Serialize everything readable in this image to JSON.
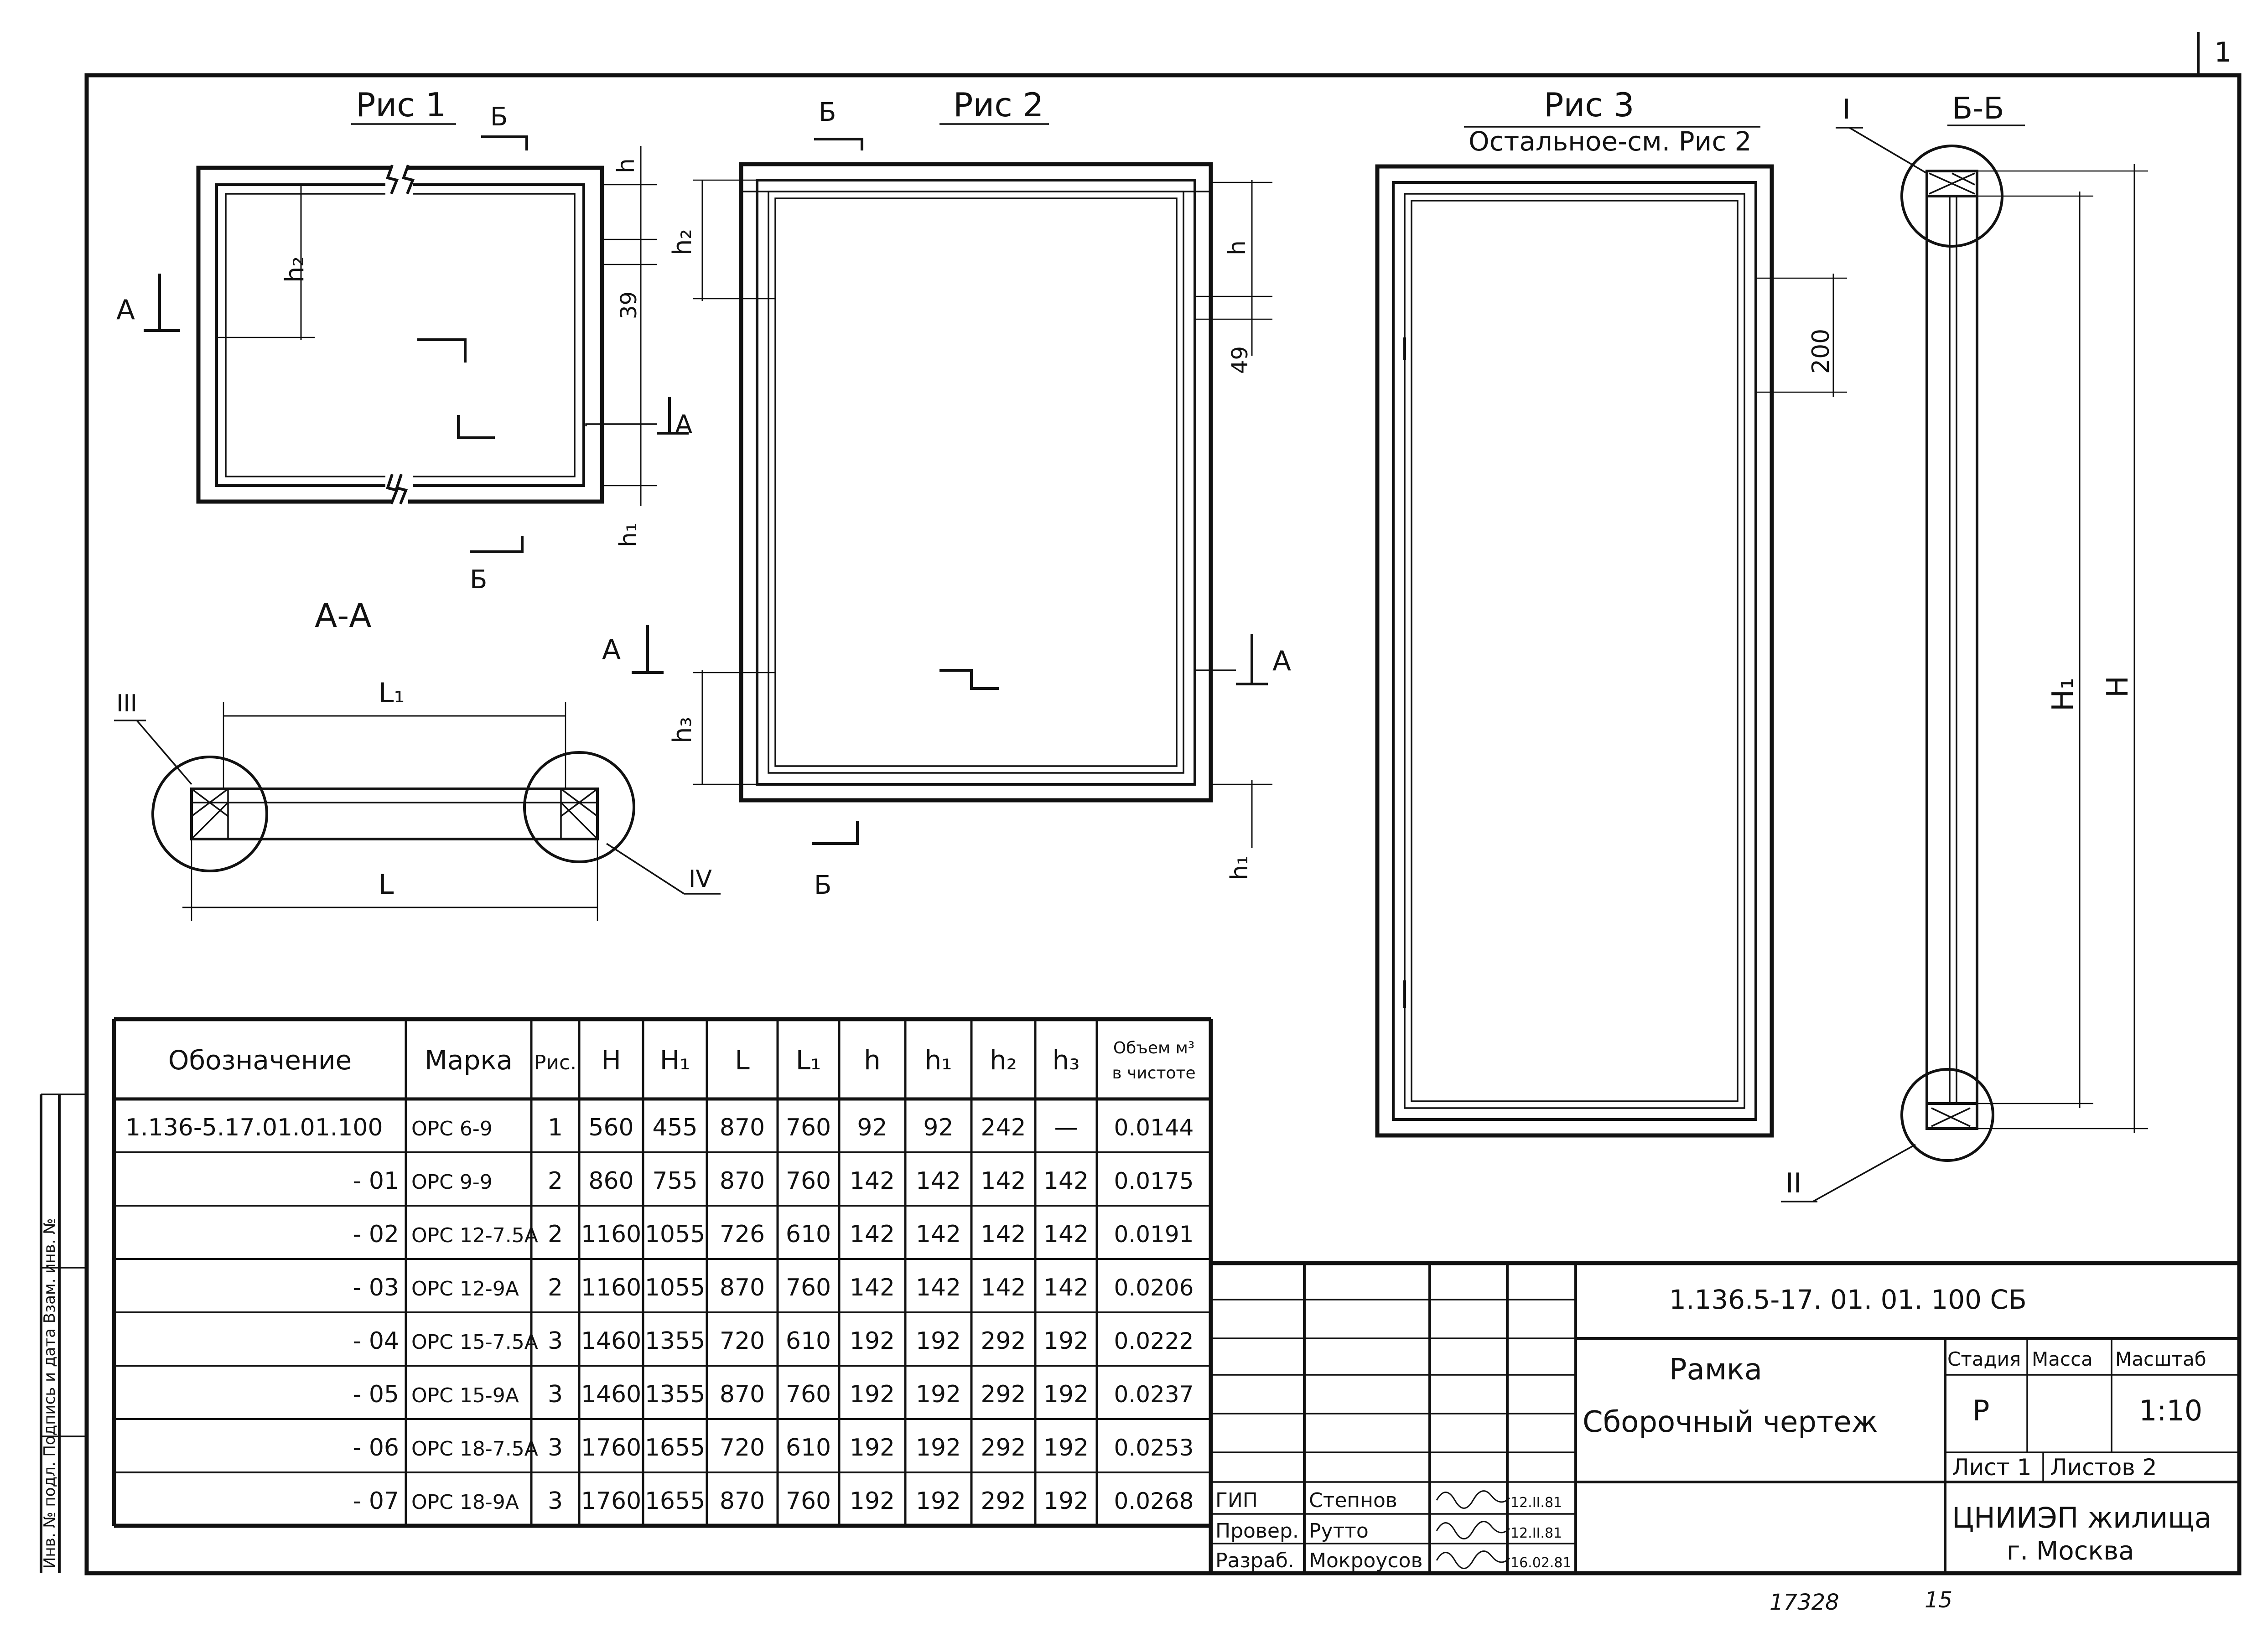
{
  "page_number": "1",
  "figures": {
    "fig1": {
      "title": "Рис 1"
    },
    "fig2": {
      "title": "Рис 2"
    },
    "fig3": {
      "title": "Рис 3",
      "subtitle": "Остальное-см. Рис 2"
    },
    "section_bb": {
      "title": "Б-Б"
    },
    "section_aa": {
      "title": "А-А"
    }
  },
  "labels": {
    "cut_a": "А",
    "cut_b": "Б",
    "h": "h",
    "h1": "h₁",
    "h2": "h₂",
    "h3": "h₃",
    "H": "H",
    "H1": "H₁",
    "L": "L",
    "L1": "L₁",
    "d39": "39",
    "d49": "49",
    "d200": "200",
    "node_I": "I",
    "node_II": "II",
    "node_III": "III",
    "node_IV": "IV"
  },
  "table": {
    "headers": [
      "Обозначение",
      "Марка",
      "Рис.",
      "H",
      "H₁",
      "L",
      "L₁",
      "h",
      "h₁",
      "h₂",
      "h₃",
      "Объем м³ в чистоте"
    ],
    "rows": [
      [
        "1.136-5.17.01.01.100",
        "ОРС 6-9",
        "1",
        "560",
        "455",
        "870",
        "760",
        "92",
        "92",
        "242",
        "—",
        "0.0144"
      ],
      [
        "- 01",
        "ОРС 9-9",
        "2",
        "860",
        "755",
        "870",
        "760",
        "142",
        "142",
        "142",
        "142",
        "0.0175"
      ],
      [
        "- 02",
        "ОРС 12-7.5А",
        "2",
        "1160",
        "1055",
        "726",
        "610",
        "142",
        "142",
        "142",
        "142",
        "0.0191"
      ],
      [
        "- 03",
        "ОРС 12-9А",
        "2",
        "1160",
        "1055",
        "870",
        "760",
        "142",
        "142",
        "142",
        "142",
        "0.0206"
      ],
      [
        "- 04",
        "ОРС 15-7.5А",
        "3",
        "1460",
        "1355",
        "720",
        "610",
        "192",
        "192",
        "292",
        "192",
        "0.0222"
      ],
      [
        "- 05",
        "ОРС 15-9А",
        "3",
        "1460",
        "1355",
        "870",
        "760",
        "192",
        "192",
        "292",
        "192",
        "0.0237"
      ],
      [
        "- 06",
        "ОРС 18-7.5А",
        "3",
        "1760",
        "1655",
        "720",
        "610",
        "192",
        "192",
        "292",
        "192",
        "0.0253"
      ],
      [
        "- 07",
        "ОРС 18-9А",
        "3",
        "1760",
        "1655",
        "870",
        "760",
        "192",
        "192",
        "292",
        "192",
        "0.0268"
      ]
    ]
  },
  "title_block": {
    "code": "1.136.5-17. 01. 01. 100 СБ",
    "name_line1": "Рамка",
    "name_line2": "Сборочный чертеж",
    "stage_header": "Стадия",
    "mass_header": "Масса",
    "scale_header": "Масштаб",
    "stage": "Р",
    "scale": "1:10",
    "sheet": "Лист 1",
    "sheets": "Листов 2",
    "org_line1": "ЦНИИЭП жилища",
    "org_line2": "г. Москва",
    "signatures": [
      {
        "role": "ГИП",
        "name": "Степнов",
        "date": "12.II.81"
      },
      {
        "role": "Провер.",
        "name": "Рутто",
        "date": "12.II.81"
      },
      {
        "role": "Разраб.",
        "name": "Мокроусов",
        "date": "16.02.81"
      }
    ]
  },
  "side_stamp": "Инв. № подл. Подпись и дата Взам. инв. №",
  "bottom_numbers": {
    "left": "17328",
    "right": "15"
  }
}
